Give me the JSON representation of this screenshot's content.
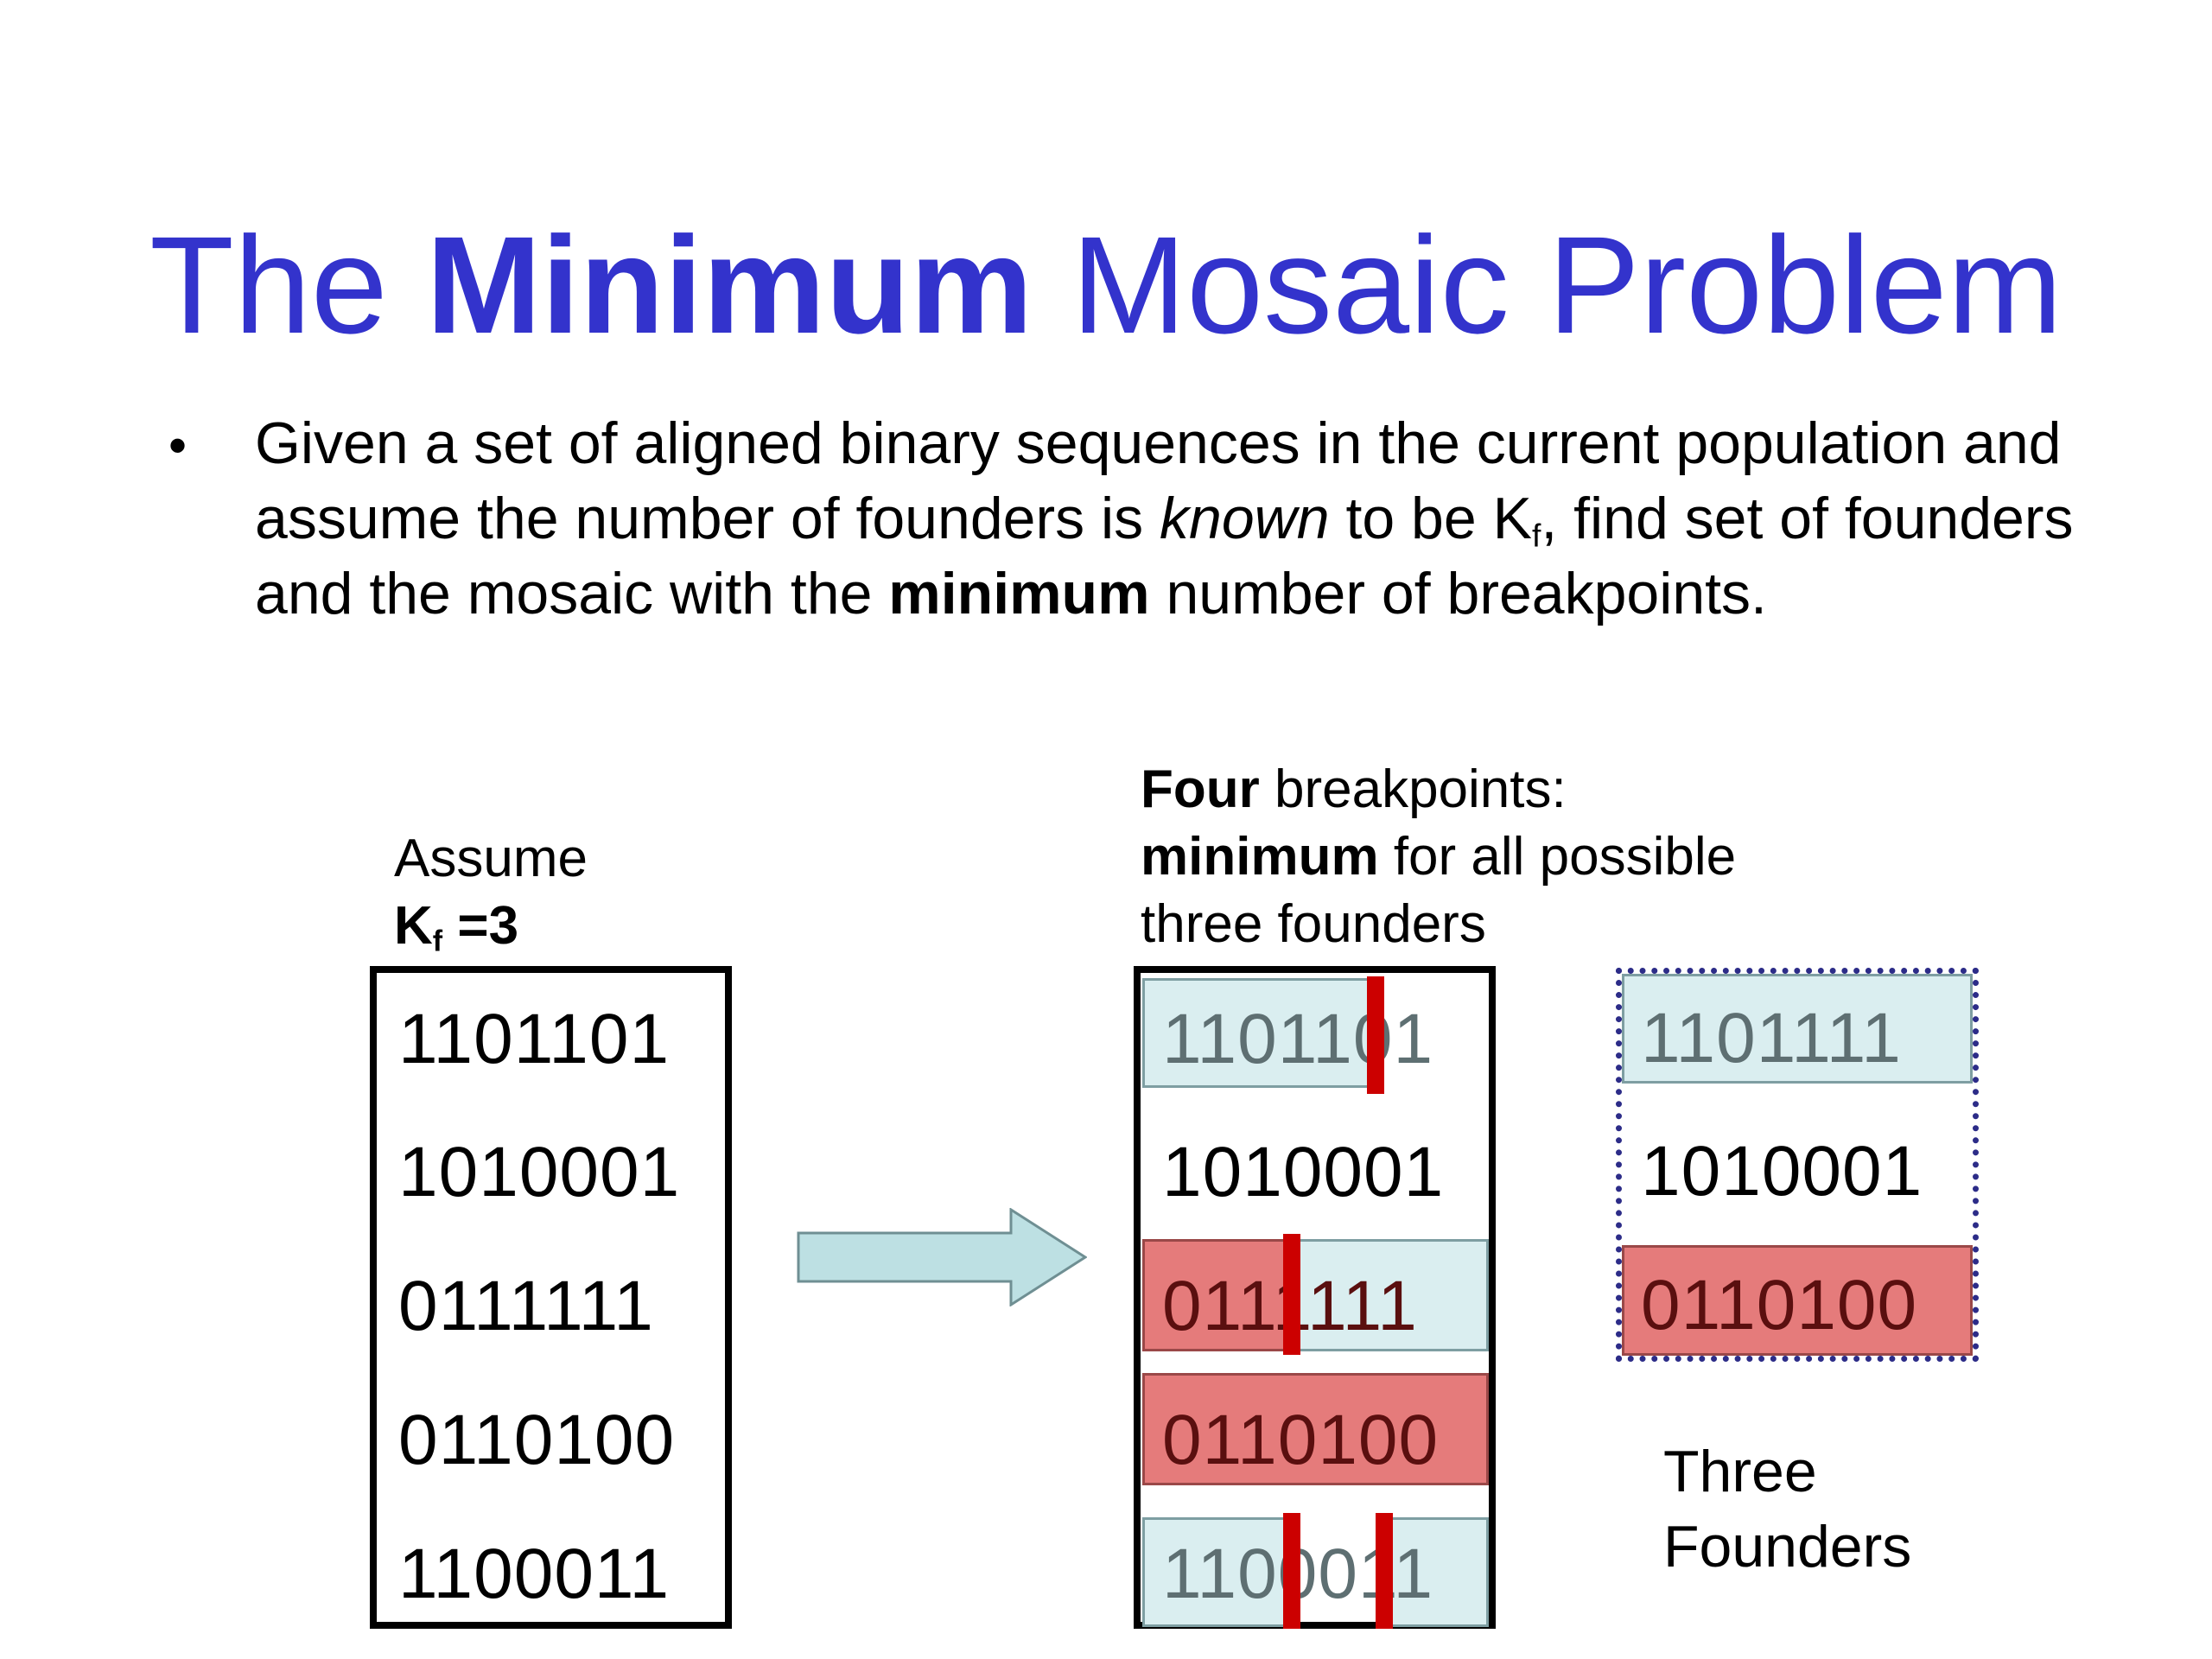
{
  "title": {
    "pre": "The ",
    "bold": "Minimum",
    "post": " Mosaic Problem"
  },
  "bullet": {
    "symbol": "•",
    "part1": "Given a set of aligned binary sequences in the current population and assume the number of founders is ",
    "italic": "known",
    "part2": " to be K",
    "sub": "f",
    "part3": ", find set of founders and the mosaic with the ",
    "bold": "minimum",
    "part4": " number of breakpoints."
  },
  "assume_caption": {
    "line1": "Assume",
    "k_label": "K",
    "k_sub": "f",
    "k_value": " =3"
  },
  "breakpoints_caption": {
    "bold1": "Four",
    "rest1": " breakpoints:",
    "bold2": "minimum",
    "rest2": " for all possible",
    "line3": "three founders"
  },
  "input_sequences": [
    "1101101",
    "1010001",
    "0111111",
    "0110100",
    "1100011"
  ],
  "mosaic_sequences": [
    "1101101",
    "1010001",
    "0111111",
    "0110100",
    "1100011"
  ],
  "founder_sequences": [
    "1101111",
    "1010001",
    "0110100"
  ],
  "founders_caption": {
    "line1": "Three",
    "line2": "Founders"
  },
  "colors": {
    "title": "#3333cc",
    "founder_blue": "#daeef0",
    "founder_red": "#e57b7b",
    "breakpoint": "#cc0000",
    "arrow_fill": "#bde0e3"
  }
}
